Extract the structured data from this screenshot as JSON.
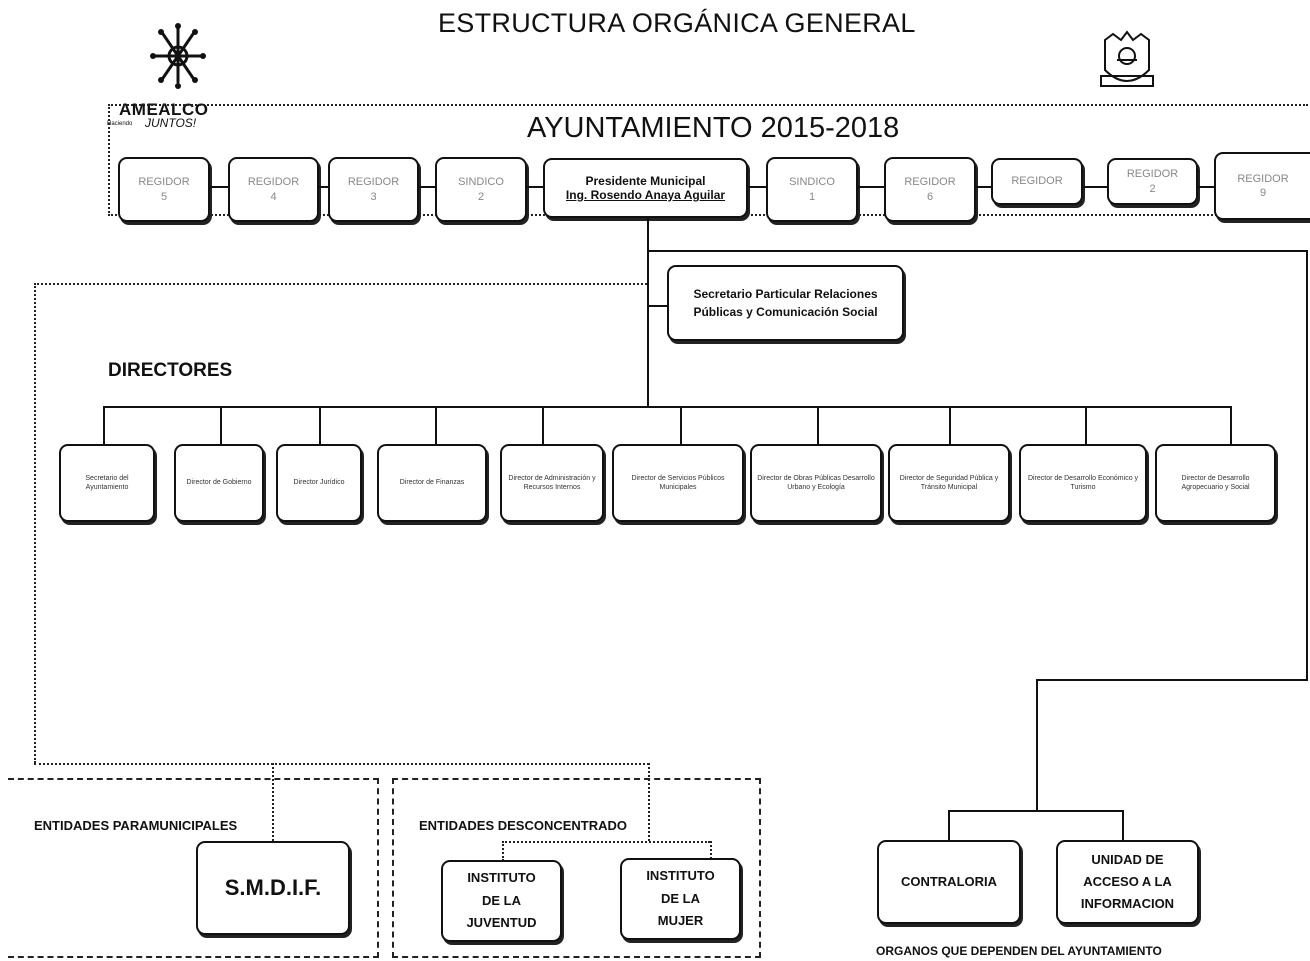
{
  "header": {
    "title": "ESTRUCTURA ORGÁNICA GENERAL",
    "logo": {
      "name": "AMEALCO",
      "slogan": "JUNTOS!",
      "slogan_prefix": "Haciendo"
    },
    "ayuntamiento": "AYUNTAMIENTO 2015-2018"
  },
  "cabildo": {
    "left": [
      {
        "label": "REGIDOR",
        "num": "5"
      },
      {
        "label": "REGIDOR",
        "num": "4"
      },
      {
        "label": "REGIDOR",
        "num": "3"
      },
      {
        "label": "SINDICO",
        "num": "2"
      }
    ],
    "president": {
      "title": "Presidente Municipal",
      "name": "Ing. Rosendo Anaya Aguilar"
    },
    "right": [
      {
        "label": "SINDICO",
        "num": "1"
      },
      {
        "label": "REGIDOR",
        "num": "6"
      },
      {
        "label": "REGIDOR",
        "num": ""
      },
      {
        "label": "REGIDOR",
        "num": "2"
      },
      {
        "label": "REGIDOR",
        "num": "9"
      }
    ]
  },
  "secretario_particular": {
    "line1": "Secretario Particular Relaciones",
    "line2": "Públicas y Comunicación Social"
  },
  "directores": {
    "heading": "DIRECTORES",
    "items": [
      "Secretario del Ayuntamiento",
      "Director de Gobierno",
      "Director Jurídico",
      "Director de Finanzas",
      "Director de Administración y Recursos Internos",
      "Director de Servicios Públicos Municipales",
      "Director de Obras Públicas Desarrollo Urbano y Ecología",
      "Director de Seguridad Pública y Tránsito Municipal",
      "Director de Desarrollo Económico y Turismo",
      "Director de Desarrollo Agropecuario y Social"
    ]
  },
  "paramunicipales": {
    "label": "ENTIDADES PARAMUNICIPALES",
    "entity": "S.M.D.I.F."
  },
  "desconcentrado": {
    "label": "ENTIDADES DESCONCENTRADO",
    "juventud": {
      "l1": "INSTITUTO",
      "l2": "DE LA",
      "l3": "JUVENTUD"
    },
    "mujer": {
      "l1": "INSTITUTO",
      "l2": "DE LA",
      "l3": "MUJER"
    }
  },
  "organos": {
    "contraloria": "CONTRALORIA",
    "unidad": {
      "l1": "UNIDAD DE",
      "l2": "ACCESO A LA",
      "l3": "INFORMACION"
    },
    "caption": "ORGANOS QUE DEPENDEN DEL AYUNTAMIENTO"
  }
}
